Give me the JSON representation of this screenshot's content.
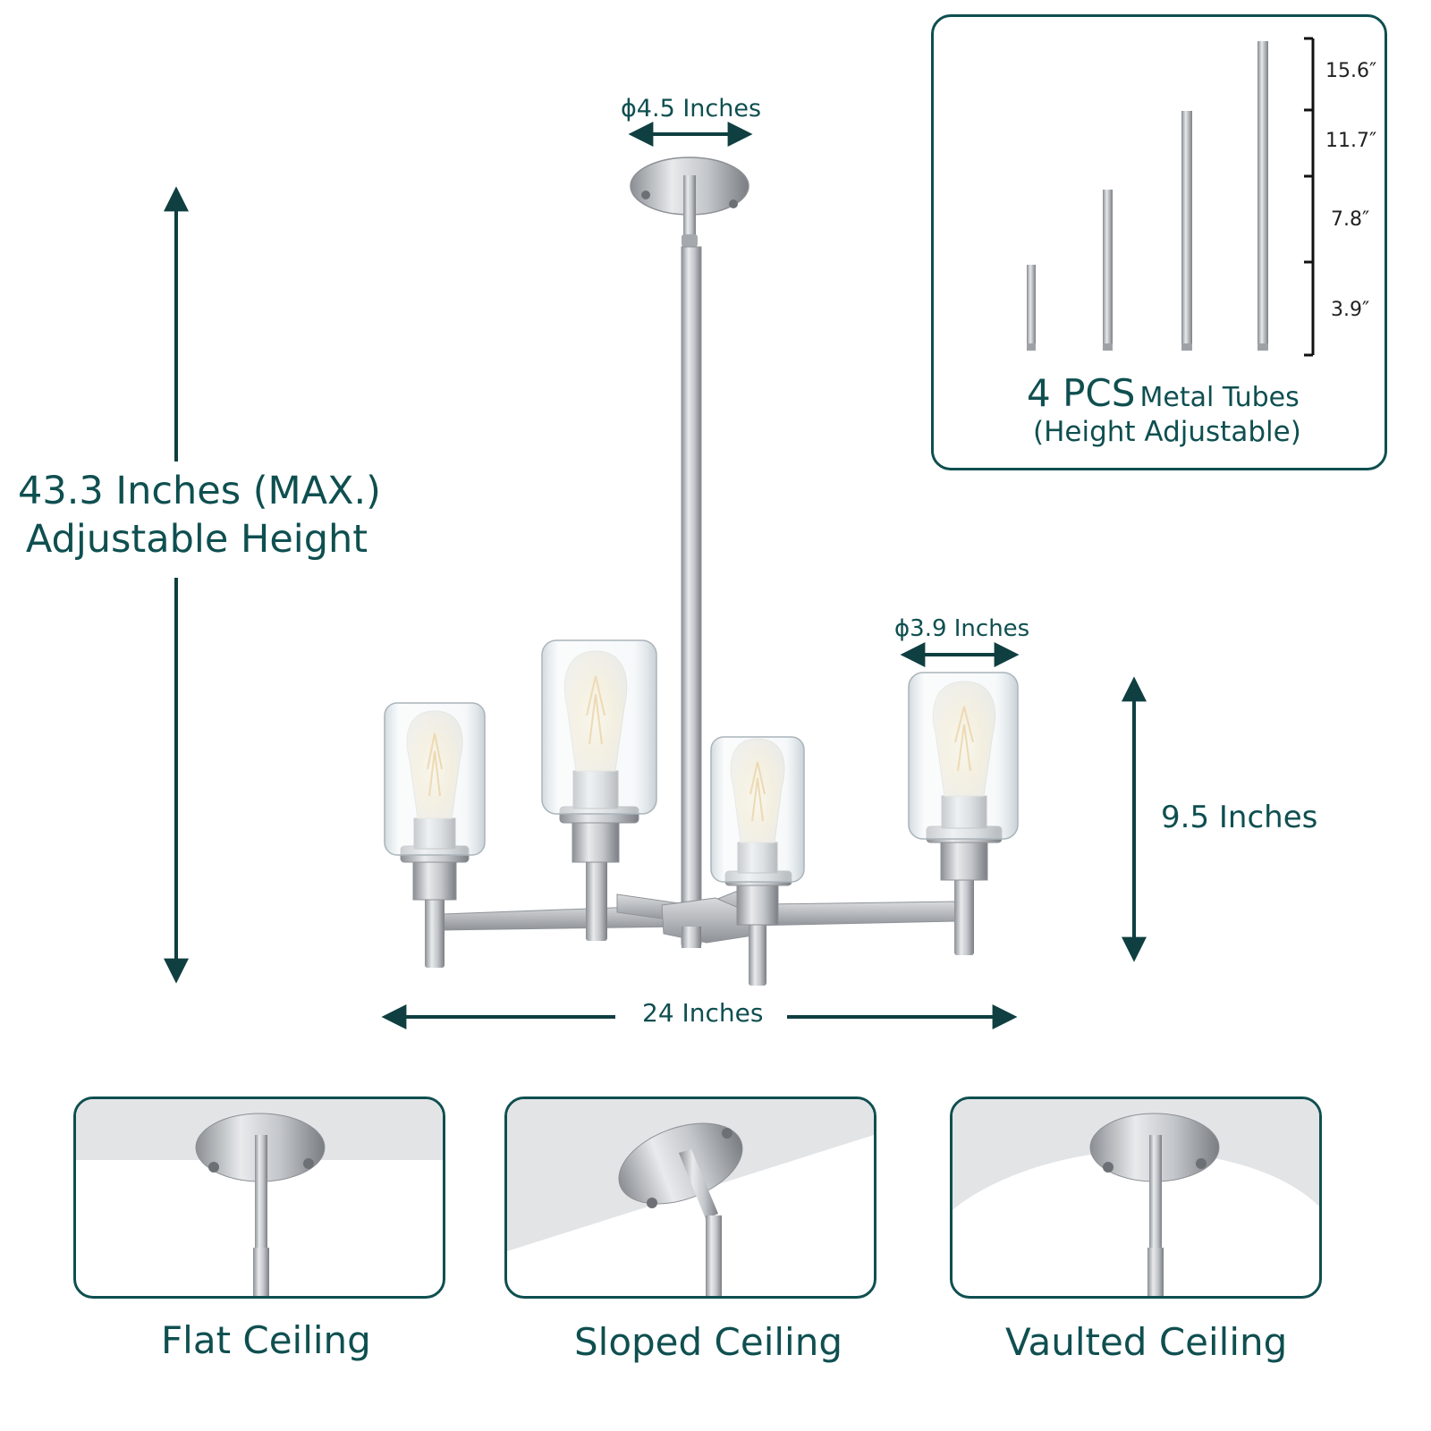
{
  "colors": {
    "accent": "#0f4f50",
    "metal": "#b9bcc0",
    "metal_dark": "#7f8388",
    "glass": "#e6eef2"
  },
  "dimensions": {
    "canopy_diameter": "ϕ4.5 Inches",
    "max_height_line1": "43.3 Inches (MAX.)",
    "max_height_line2": "Adjustable Height",
    "shade_diameter": "ϕ3.9 Inches",
    "fixture_height": "9.5 Inches",
    "width": "24 Inches"
  },
  "tubes_panel": {
    "tubes": [
      {
        "length_label": "3.9″"
      },
      {
        "length_label": "7.8″"
      },
      {
        "length_label": "11.7″"
      },
      {
        "length_label": "15.6″"
      }
    ],
    "count": "4 PCS",
    "title": "Metal Tubes",
    "subtitle": "(Height Adjustable)"
  },
  "ceiling_types": [
    {
      "label": "Flat Ceiling",
      "icon": "flat-ceiling-mount-icon"
    },
    {
      "label": "Sloped Ceiling",
      "icon": "sloped-ceiling-mount-icon"
    },
    {
      "label": "Vaulted Ceiling",
      "icon": "vaulted-ceiling-mount-icon"
    }
  ]
}
